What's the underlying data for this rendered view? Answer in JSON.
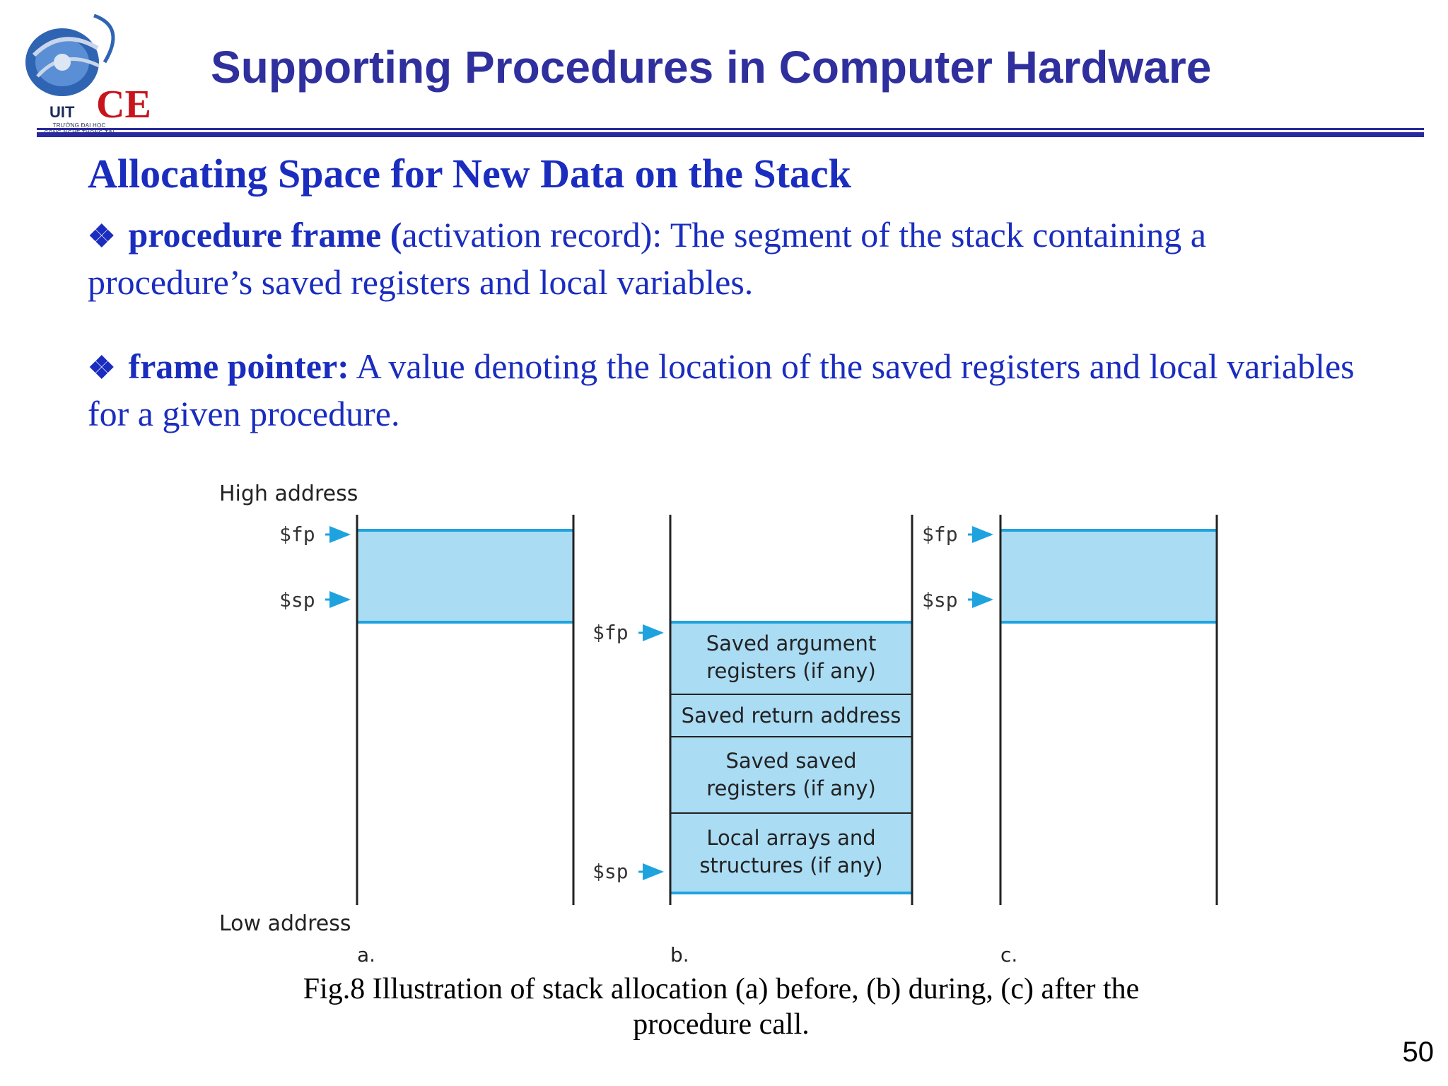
{
  "header": {
    "logo": {
      "uit_text": "UIT",
      "ce_text": "CE",
      "line1": "TRƯỜNG ĐẠI HỌC",
      "line2": "CÔNG NGHỆ THÔNG TIN"
    },
    "title": "Supporting Procedures in Computer Hardware"
  },
  "content": {
    "subtitle": "Allocating Space for New Data on the Stack",
    "bullets": [
      {
        "glyph": "❖",
        "term": "procedure frame (",
        "term_rest": "activation record):",
        "text": " The  segment of the stack containing a procedure’s saved registers and local variables."
      },
      {
        "glyph": "❖",
        "term": "frame pointer:",
        "text": "  A value denoting the location of the saved registers and local variables for a given procedure."
      }
    ]
  },
  "figure": {
    "high_address": "High address",
    "low_address": "Low address",
    "fp_label": "$fp",
    "sp_label": "$sp",
    "panel_labels": [
      "a.",
      "b.",
      "c."
    ],
    "frame_boxes": [
      [
        "Saved argument",
        "registers (if any)"
      ],
      [
        "Saved return address"
      ],
      [
        "Saved saved",
        "registers (if any)"
      ],
      [
        "Local arrays and",
        "structures (if any)"
      ]
    ],
    "colors": {
      "fill": "#aadcf4",
      "line": "#1fa3df",
      "rail": "#222222"
    },
    "caption": "Fig.8 Illustration of stack allocation (a) before, (b) during, (c) after the procedure call."
  },
  "footer": {
    "page_number": "50"
  }
}
